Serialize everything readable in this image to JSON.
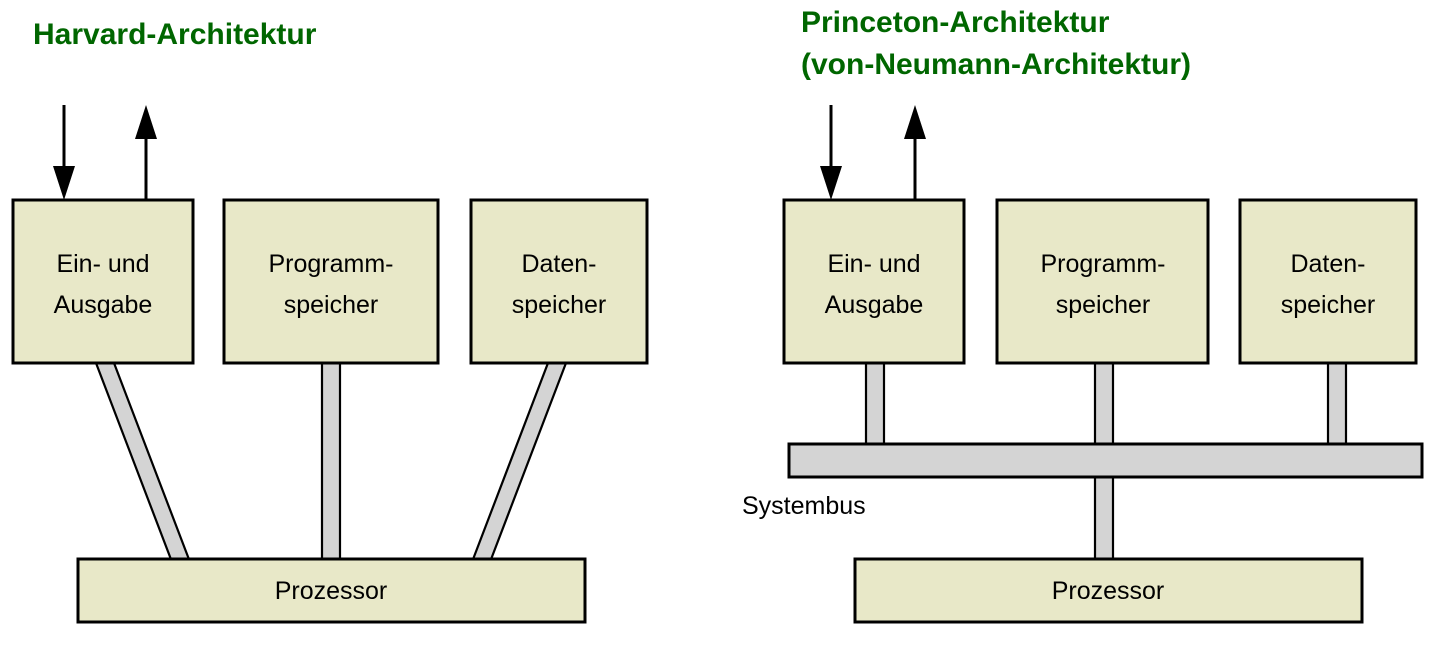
{
  "figure": {
    "background_color": "#ffffff",
    "title_color": "#006600",
    "box_fill": "#e8e8c8",
    "bus_fill": "#d4d4d4",
    "stroke_color": "#000000"
  },
  "panels": [
    {
      "id": "harvard",
      "title_line1": "Harvard-Architektur",
      "title_line2": "",
      "memory_boxes": [
        {
          "line1": "Ein- und",
          "line2": "Ausgabe"
        },
        {
          "line1": "Programm-",
          "line2": "speicher"
        },
        {
          "line1": "Daten-",
          "line2": "speicher"
        }
      ],
      "processor_label": "Prozessor",
      "bus_label": "",
      "io_arrows": [
        {
          "name": "input-arrow",
          "direction": "down"
        },
        {
          "name": "output-arrow",
          "direction": "up"
        }
      ]
    },
    {
      "id": "princeton",
      "title_line1": "Princeton-Architektur",
      "title_line2": "(von-Neumann-Architektur)",
      "memory_boxes": [
        {
          "line1": "Ein- und",
          "line2": "Ausgabe"
        },
        {
          "line1": "Programm-",
          "line2": "speicher"
        },
        {
          "line1": "Daten-",
          "line2": "speicher"
        }
      ],
      "processor_label": "Prozessor",
      "bus_label": "Systembus",
      "io_arrows": [
        {
          "name": "input-arrow",
          "direction": "down"
        },
        {
          "name": "output-arrow",
          "direction": "up"
        }
      ]
    }
  ]
}
